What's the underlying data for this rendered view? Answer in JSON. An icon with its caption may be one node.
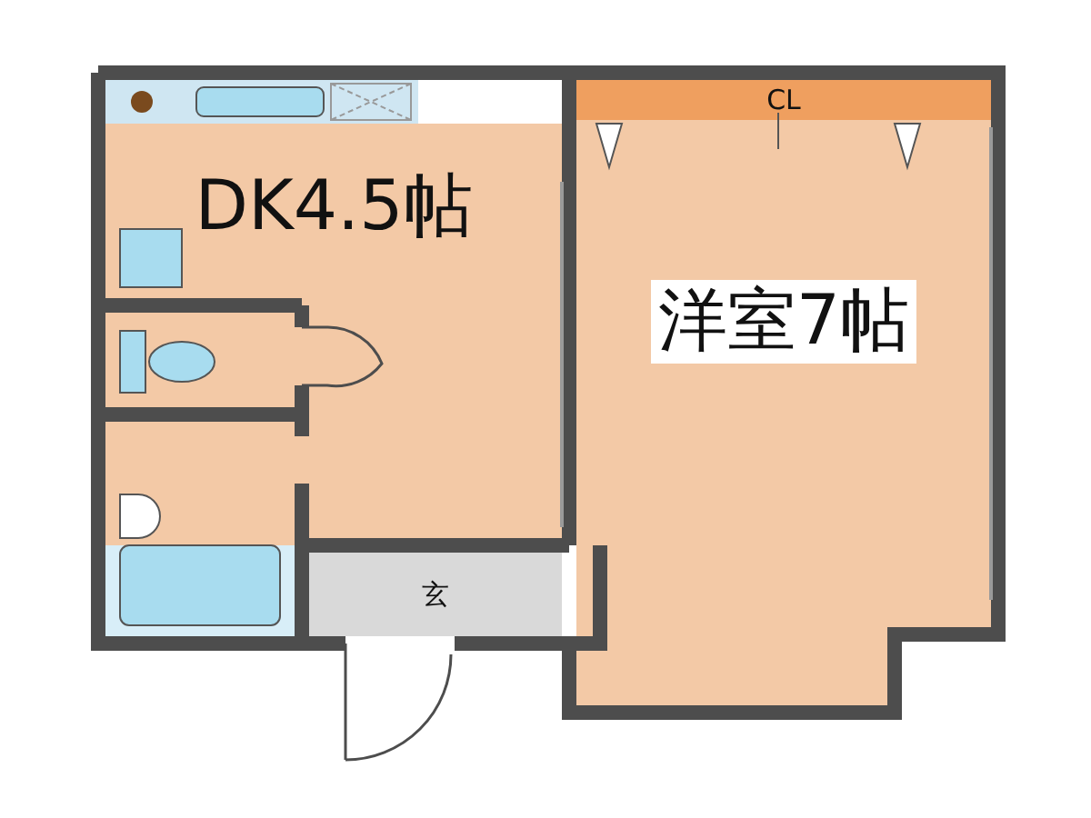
{
  "diagram": {
    "nodes": [
      {
        "text": [
          "DK4.5帖"
        ]
      },
      {
        "text": [
          "CL"
        ]
      },
      {
        "text": [
          "洋室7帖"
        ]
      },
      {
        "text": [
          "玄"
        ]
      }
    ]
  }
}
